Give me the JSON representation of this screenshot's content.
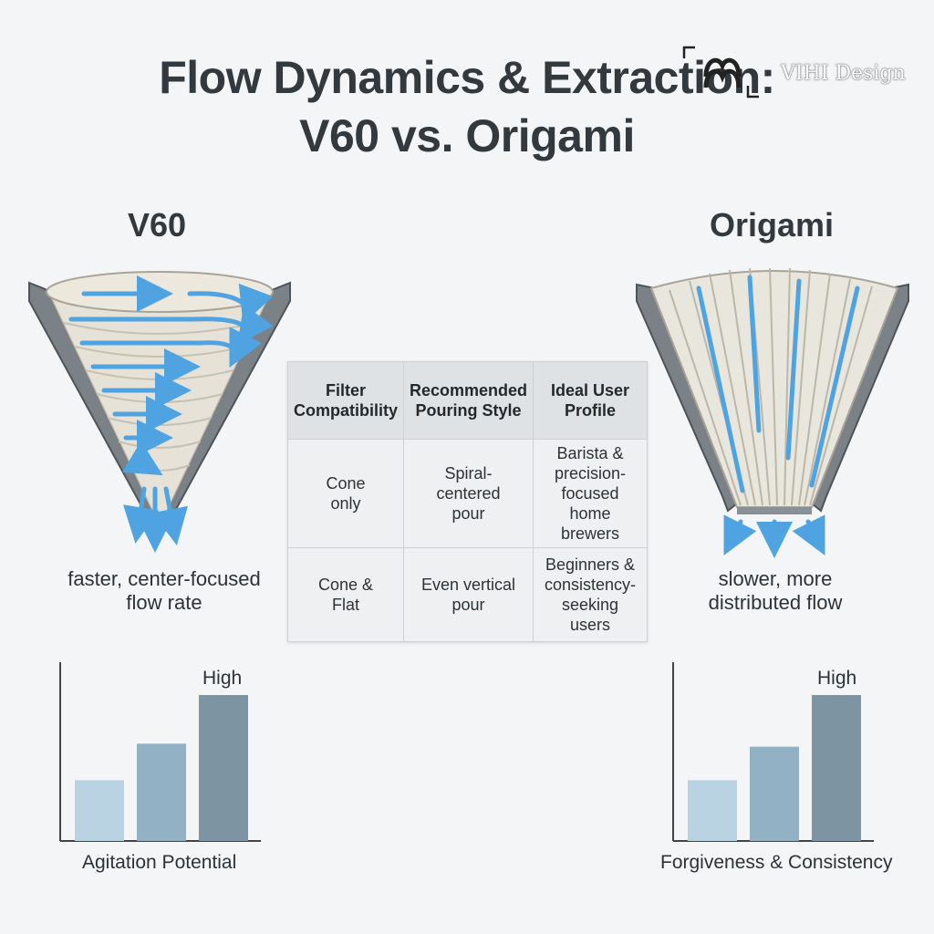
{
  "title": {
    "line1": "Flow Dynamics & Extraction:",
    "line2": "V60 vs. Origami"
  },
  "watermark": {
    "text": "VIHI Design"
  },
  "v60": {
    "heading": "V60",
    "caption_line1": "faster, center-focused",
    "caption_line2": "flow rate"
  },
  "origami": {
    "heading": "Origami",
    "caption_line1": "slower, more",
    "caption_line2": "distributed flow"
  },
  "table": {
    "headers": [
      [
        "Filter",
        "Compatibility"
      ],
      [
        "Recommended",
        "Pouring Style"
      ],
      [
        "Ideal User",
        "Profile"
      ]
    ],
    "rows": [
      [
        [
          "Cone",
          "only"
        ],
        [
          "Spiral-",
          "centered",
          "pour"
        ],
        [
          "Barista &",
          "precision-",
          "focused home",
          "brewers"
        ]
      ],
      [
        [
          "Cone &",
          "Flat"
        ],
        [
          "Even vertical",
          "pour"
        ],
        [
          "Beginners &",
          "consistency-",
          "seeking",
          "users"
        ]
      ]
    ]
  },
  "colors": {
    "flow_arrow": "#4fa3e0",
    "cone_frame": "#6e767c",
    "bar_light": "#b9d3e3",
    "bar_mid": "#93b1c4",
    "bar_dark": "#7d94a3"
  },
  "chart_data": [
    {
      "type": "bar",
      "title": "",
      "xlabel": "Agitation Potential",
      "ylabel": "",
      "categories": [
        "",
        "",
        ""
      ],
      "values": [
        1,
        1.6,
        2.4
      ],
      "ylim": [
        0,
        2.4
      ],
      "annotations": [
        {
          "bar_index": 2,
          "text": "High"
        }
      ],
      "grid": false
    },
    {
      "type": "bar",
      "title": "",
      "xlabel": "Forgiveness & Consistency",
      "ylabel": "",
      "categories": [
        "",
        "",
        ""
      ],
      "values": [
        1,
        1.55,
        2.4
      ],
      "ylim": [
        0,
        2.4
      ],
      "annotations": [
        {
          "bar_index": 2,
          "text": "High"
        }
      ],
      "grid": false
    }
  ]
}
